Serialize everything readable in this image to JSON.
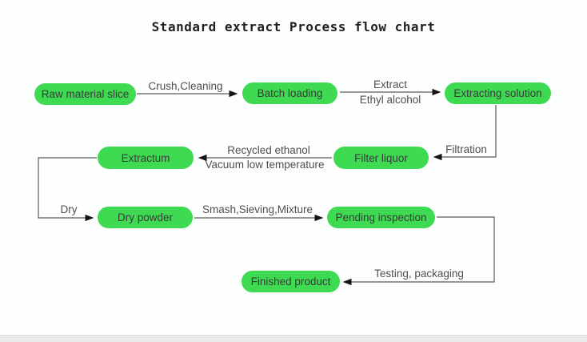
{
  "title": "Standard extract Process flow chart",
  "colors": {
    "node_fill": "#3edb52",
    "node_text": "#3a3a3a",
    "title_color": "#1f1f1f",
    "label_color": "#4f4f4f",
    "line": "#595959",
    "footer_bar": "#e9eaea"
  },
  "nodes": [
    {
      "id": "raw-material-slice",
      "label": "Raw material slice"
    },
    {
      "id": "batch-loading",
      "label": "Batch loading"
    },
    {
      "id": "extracting-solution",
      "label": "Extracting solution"
    },
    {
      "id": "extractum",
      "label": "Extractum"
    },
    {
      "id": "filter-liquor",
      "label": "Filter liquor"
    },
    {
      "id": "dry-powder",
      "label": "Dry powder"
    },
    {
      "id": "pending-inspection",
      "label": "Pending inspection"
    },
    {
      "id": "finished-product",
      "label": "Finished product"
    }
  ],
  "edges": [
    {
      "id": "crush-cleaning",
      "from": "Raw material slice",
      "to": "Batch loading",
      "label": "Crush,Cleaning"
    },
    {
      "id": "extract-ethyl-alcohol",
      "from": "Batch loading",
      "to": "Extracting solution",
      "label": "Extract",
      "label2": "Ethyl alcohol"
    },
    {
      "id": "filtration",
      "from": "Extracting solution",
      "to": "Filter liquor",
      "label": "Filtration"
    },
    {
      "id": "recycled-ethanol",
      "from": "Filter liquor",
      "to": "Extractum",
      "label": "Recycled ethanol",
      "label2": "Vacuum low temperature"
    },
    {
      "id": "dry",
      "from": "Extractum",
      "to": "Dry powder",
      "label": "Dry"
    },
    {
      "id": "smash-sieving-mixture",
      "from": "Dry powder",
      "to": "Pending inspection",
      "label": "Smash,Sieving,Mixture"
    },
    {
      "id": "testing-packaging",
      "from": "Pending inspection",
      "to": "Finished product",
      "label": "Testing, packaging"
    }
  ]
}
